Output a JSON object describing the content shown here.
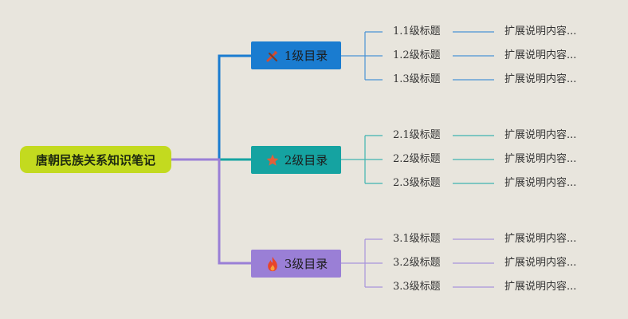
{
  "root": {
    "label": "唐朝民族关系知识笔记",
    "color": "#c3da1f"
  },
  "branches": [
    {
      "label": "1级目录",
      "icon": "tools-icon",
      "color": "#1a7cd0",
      "children": [
        {
          "label": "1.1级标题",
          "note": "扩展说明内容..."
        },
        {
          "label": "1.2级标题",
          "note": "扩展说明内容..."
        },
        {
          "label": "1.3级标题",
          "note": "扩展说明内容..."
        }
      ]
    },
    {
      "label": "2级目录",
      "icon": "star-icon",
      "color": "#15a3a1",
      "children": [
        {
          "label": "2.1级标题",
          "note": "扩展说明内容..."
        },
        {
          "label": "2.2级标题",
          "note": "扩展说明内容..."
        },
        {
          "label": "2.3级标题",
          "note": "扩展说明内容..."
        }
      ]
    },
    {
      "label": "3级目录",
      "icon": "fire-icon",
      "color": "#9a7fd6",
      "children": [
        {
          "label": "3.1级标题",
          "note": "扩展说明内容..."
        },
        {
          "label": "3.2级标题",
          "note": "扩展说明内容..."
        },
        {
          "label": "3.3级标题",
          "note": "扩展说明内容..."
        }
      ]
    }
  ]
}
